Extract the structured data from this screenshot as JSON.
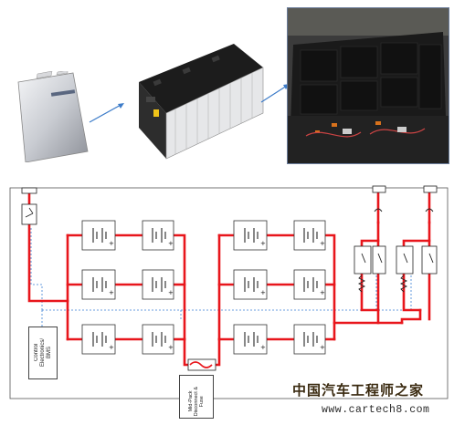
{
  "stages": [
    {
      "name": "pouch-cell"
    },
    {
      "name": "battery-module"
    },
    {
      "name": "battery-pack"
    }
  ],
  "labels": {
    "bms": "Control\nElectronics/\nBMS",
    "fuse": "Mid-Pack\nDisconnect &\nFuse"
  },
  "watermark": {
    "cn": "中国汽车工程师之家",
    "url": "www.cartech8.com"
  },
  "colors": {
    "circuit": "#e8161c",
    "signal": "#3a7fd5",
    "arrow": "#3d7cc9"
  }
}
